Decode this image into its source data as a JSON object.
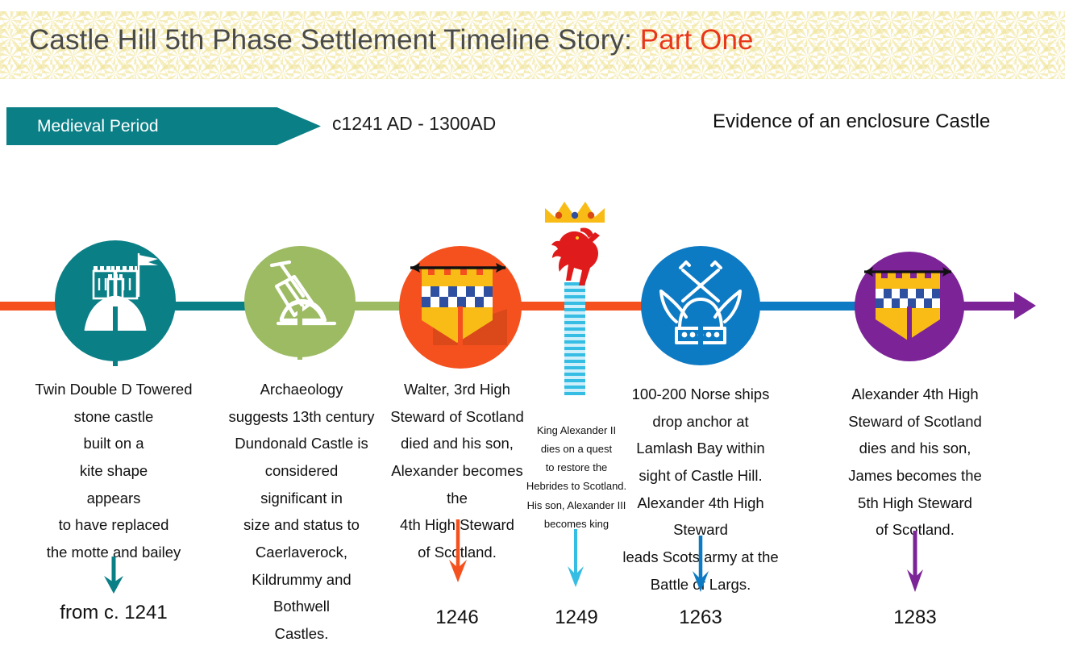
{
  "header": {
    "title_main": "Castle Hill 5th Phase Settlement Timeline Story: ",
    "title_accent": "Part One",
    "period_label": "Medieval Period",
    "period_range": "c1241 AD - 1300AD",
    "evidence_note": "Evidence of an enclosure Castle"
  },
  "colors": {
    "teal": "#0b7f86",
    "green": "#9cbb63",
    "orange": "#f4511e",
    "cyan": "#35bde4",
    "blue": "#0d7ac4",
    "purple": "#7b2397",
    "gold": "#f9bc16",
    "checker_blue": "#2f4fa0",
    "lion_red": "#e01b1b",
    "title_gray": "#4a4a48",
    "accent_red": "#e8361a"
  },
  "events": [
    {
      "id": "twin-d-towered-castle",
      "icon": "castle-motte-icon",
      "circle_color": "#0b7f86",
      "line_color": "#0b7f86",
      "body": "Twin Double D Towered\nstone castle\nbuilt on a\nkite shape\nappears\nto have replaced\nthe motte and bailey",
      "year": "from c. 1241"
    },
    {
      "id": "archaeology-dundonald",
      "icon": "shovel-dig-icon",
      "circle_color": "#9cbb63",
      "line_color": "#9cbb63",
      "body": "Archaeology\nsuggests 13th century\nDundonald Castle is\nconsidered\nsignificant in\nsize and status to\nCaerlaverock,\nKildrummy and Bothwell\nCastles.",
      "year": ""
    },
    {
      "id": "walter-3rd-high-steward",
      "icon": "heraldic-banner-icon",
      "circle_color": "#f4511e",
      "line_color": "#f4511e",
      "body": "Walter, 3rd High\nSteward of Scotland\ndied and his son,\nAlexander becomes the\n4th High Steward\nof Scotland.",
      "year": "1246"
    },
    {
      "id": "king-alexander-ii-dies",
      "icon": "crown-lion-rampant-icon",
      "circle_color": "#35bde4",
      "line_color": "#35bde4",
      "body": "King Alexander II\ndies on a quest\nto restore the\nHebrides to Scotland.\nHis son, Alexander III\nbecomes king",
      "year": "1249"
    },
    {
      "id": "norse-ships-battle-of-largs",
      "icon": "viking-helmet-icon",
      "circle_color": "#0d7ac4",
      "line_color": "#0d7ac4",
      "body": "100-200 Norse ships\ndrop anchor at\nLamlash Bay within\nsight of Castle Hill.\nAlexander 4th High Steward\nleads Scots army at the\nBattle of Largs.",
      "year": "1263"
    },
    {
      "id": "alexander-4th-high-steward-dies",
      "icon": "heraldic-banner-icon",
      "circle_color": "#7b2397",
      "line_color": "#7b2397",
      "body": "Alexander 4th High\nSteward of Scotland\ndies and his son,\nJames becomes the\n5th High Steward\nof Scotland.",
      "year": "1283"
    }
  ]
}
